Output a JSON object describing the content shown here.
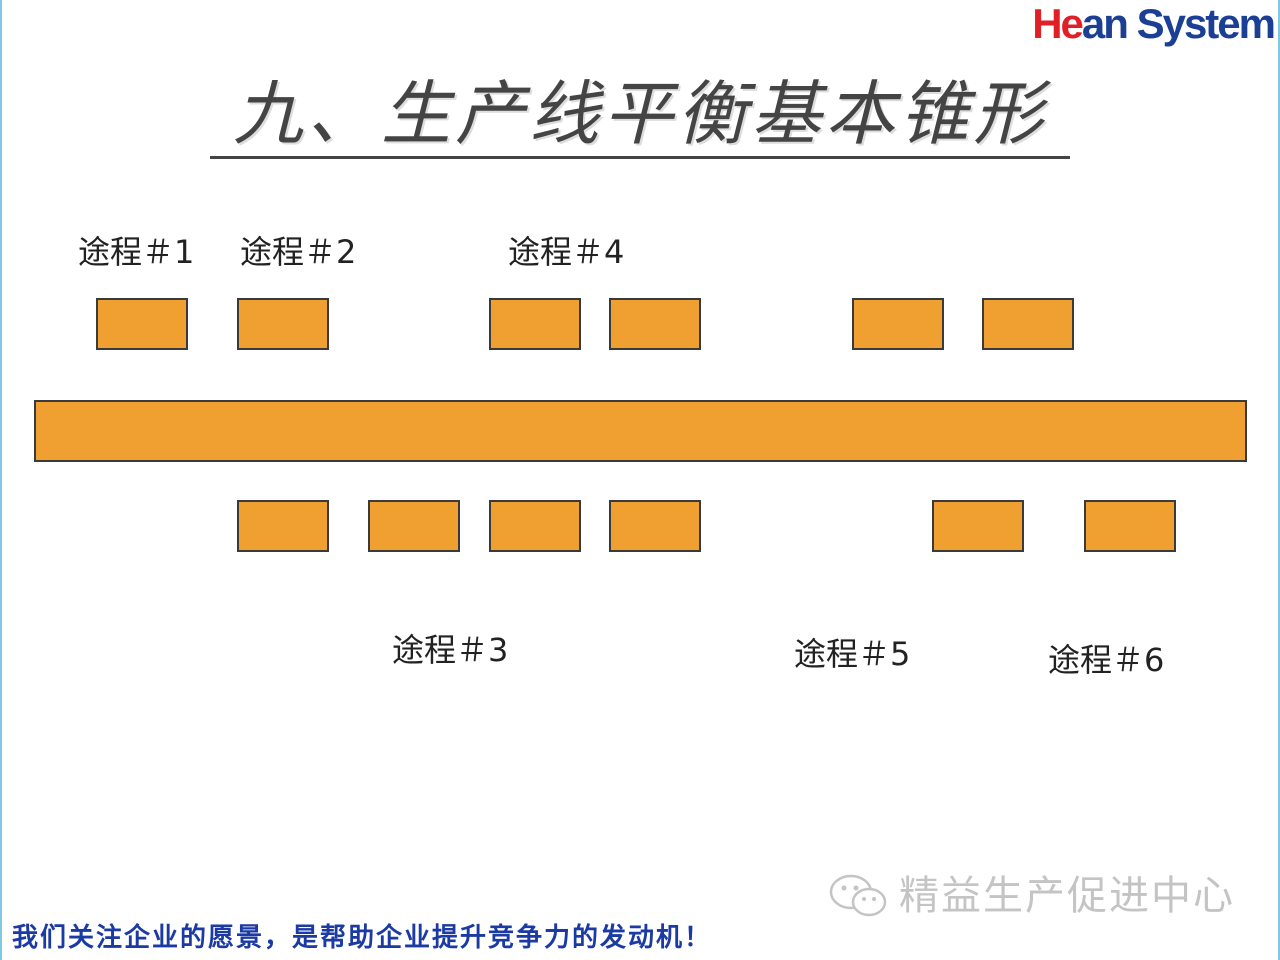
{
  "brand": {
    "part1": "He",
    "part2": "an System"
  },
  "title": "九、生产线平衡基本锥形",
  "processes": [
    {
      "id": 1,
      "label": "途程＃1"
    },
    {
      "id": 2,
      "label": "途程＃2"
    },
    {
      "id": 3,
      "label": "途程＃3"
    },
    {
      "id": 4,
      "label": "途程＃4"
    },
    {
      "id": 5,
      "label": "途程＃5"
    },
    {
      "id": 6,
      "label": "途程＃6"
    }
  ],
  "colors": {
    "station": "#f0a030",
    "conveyor": "#f0a030",
    "outline": "#3a3a3a",
    "slogan": "#1b3aa3",
    "brand_red": "#e01f26",
    "brand_blue": "#1b3f94"
  },
  "watermark": {
    "icon": "wechat-icon",
    "text": "精益生产促进中心"
  },
  "slogan": "我们关注企业的愿景，是帮助企业提升竞争力的发动机！"
}
